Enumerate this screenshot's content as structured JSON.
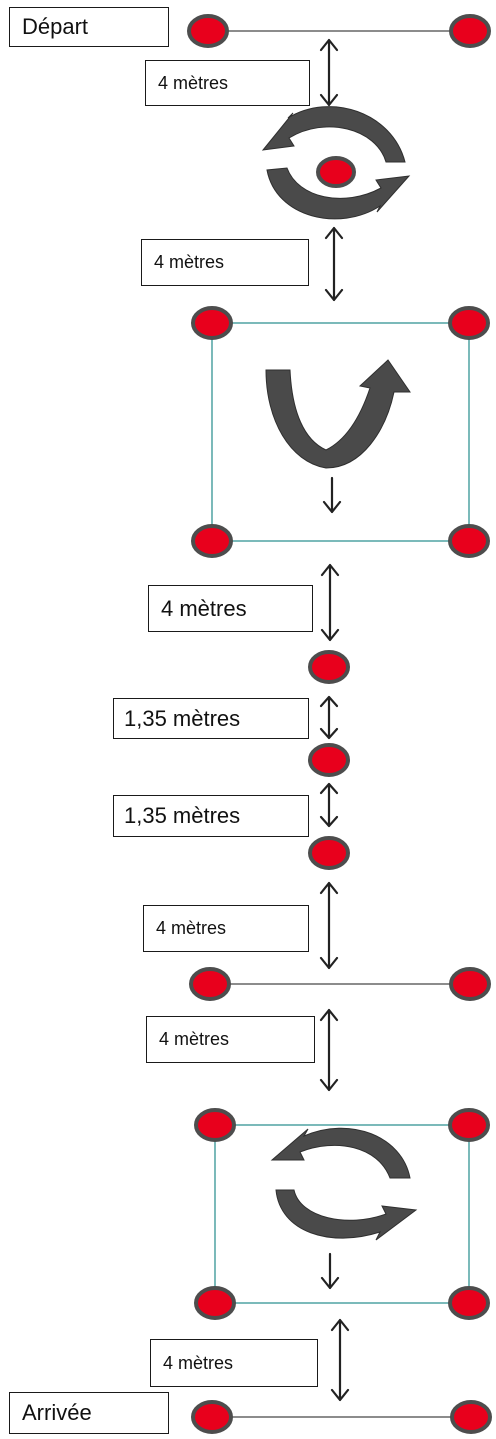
{
  "labels": {
    "start": "Départ",
    "finish": "Arrivée",
    "d1": "4 mètres",
    "d2": "4 mètres",
    "d3": "4 mètres",
    "d4": "1,35 mètres",
    "d5": "1,35 mètres",
    "d6": "4 mètres",
    "d7": "4 mètres",
    "d8": "4 mètres"
  },
  "colors": {
    "cone": "#e8001c",
    "cone_outline": "#4d4d4d",
    "zone_border": "#5aa8a8",
    "rotation_arrow": "#4a4a4a"
  },
  "icons": {
    "full_turn": "rotate-360-icon",
    "u_turn": "u-turn-icon",
    "distance": "double-arrow-icon",
    "direction": "down-arrow-icon"
  }
}
